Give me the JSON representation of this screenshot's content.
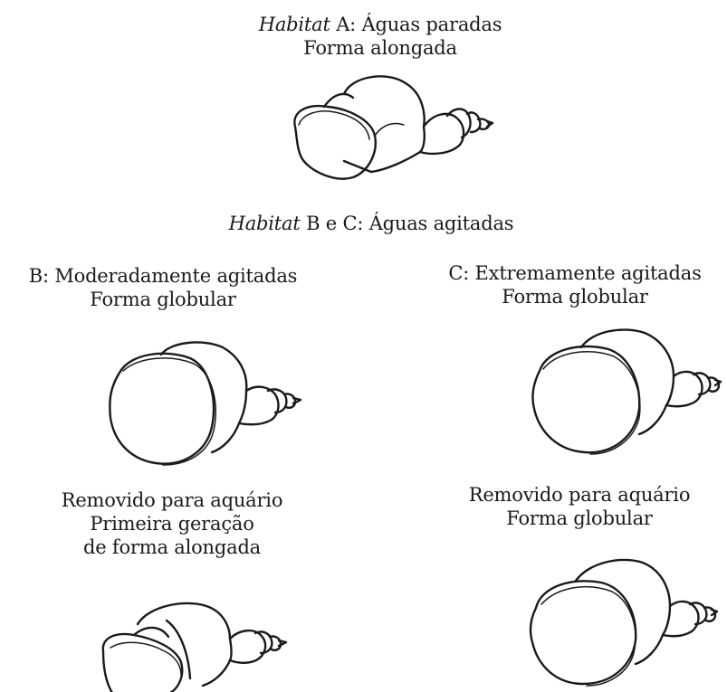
{
  "habitat_a": {
    "title_italic": "Habitat",
    "title_rest": " A: Águas paradas",
    "form": "Forma alongada"
  },
  "habitat_bc": {
    "title_italic": "Habitat",
    "title_rest": " B e C: Águas agitadas"
  },
  "habitat_b": {
    "title": "B: Moderadamente agitadas",
    "form": "Forma globular",
    "aquarium_line1": "Removido para aquário",
    "aquarium_line2": "Primeira geração",
    "aquarium_line3": "de forma alongada"
  },
  "habitat_c": {
    "title": "C: Extremamente agitadas",
    "form": "Forma globular",
    "aquarium_line1": "Removido para aquário",
    "aquarium_line2": "Forma globular"
  },
  "shells": [
    {
      "id": "habitat-a-shell",
      "form": "alongada"
    },
    {
      "id": "habitat-b-shell",
      "form": "globular"
    },
    {
      "id": "habitat-c-shell",
      "form": "globular"
    },
    {
      "id": "b-aquarium-shell",
      "form": "alongada"
    },
    {
      "id": "c-aquarium-shell",
      "form": "globular"
    }
  ]
}
